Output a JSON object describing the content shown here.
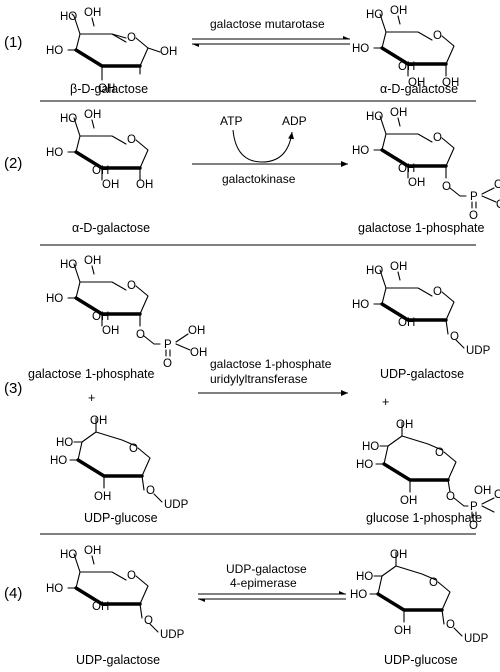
{
  "steps": [
    {
      "number": "(1)",
      "left_caption": "β-D-galactose",
      "right_caption": "α-D-galactose",
      "enzyme_top": "galactose mutarotase",
      "enzyme_bottom": "",
      "arrow": "equilibrium"
    },
    {
      "number": "(2)",
      "left_caption": "α-D-galactose",
      "right_caption": "galactose 1-phosphate",
      "cofactor_in": "ATP",
      "cofactor_out": "ADP",
      "enzyme_bottom": "galactokinase",
      "arrow": "forward"
    },
    {
      "number": "(3)",
      "reactant_1": "galactose 1-phosphate",
      "reactant_2": "UDP-glucose",
      "product_1": "UDP-galactose",
      "product_2": "glucose 1-phosphate",
      "plus": "+",
      "enzyme_line_1": "galactose 1-phosphate",
      "enzyme_line_2": "uridylyltransferase",
      "arrow": "forward"
    },
    {
      "number": "(4)",
      "left_caption": "UDP-galactose",
      "right_caption": "UDP-glucose",
      "enzyme_line_1": "UDP-galactose",
      "enzyme_line_2": "4-epimerase",
      "arrow": "equilibrium"
    }
  ],
  "atom_labels": {
    "hydroxyl": "OH",
    "hydroxyl_left": "HO",
    "ring_oxygen": "O",
    "phosphorus": "P",
    "udp": "UDP"
  }
}
